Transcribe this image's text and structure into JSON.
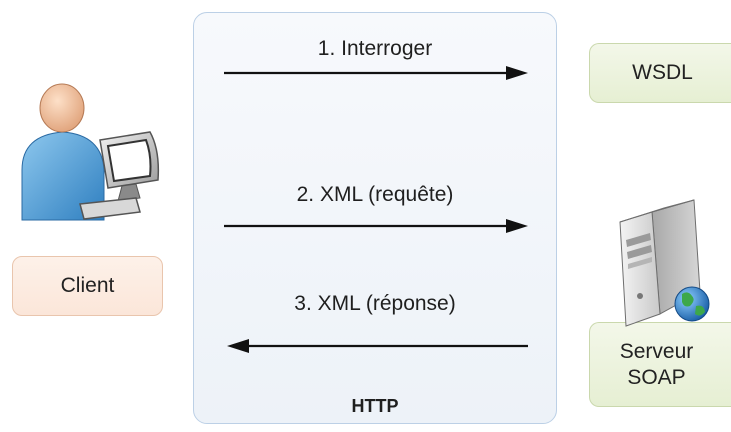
{
  "panel": {
    "label": "HTTP"
  },
  "messages": [
    {
      "label": "1. Interroger",
      "direction": "right"
    },
    {
      "label": "2. XML (requête)",
      "direction": "right"
    },
    {
      "label": "3. XML (réponse)",
      "direction": "left"
    }
  ],
  "nodes": {
    "client": {
      "label": "Client",
      "icon": "user-computer-icon"
    },
    "wsdl": {
      "label": "WSDL"
    },
    "server": {
      "line1": "Serveur",
      "line2": "SOAP",
      "icon": "server-globe-icon"
    }
  },
  "colors": {
    "panel_border": "#bcd0e6",
    "client_fill": "#fbe6d9",
    "wsdl_fill": "#e6efd3",
    "arrow": "#111111"
  }
}
